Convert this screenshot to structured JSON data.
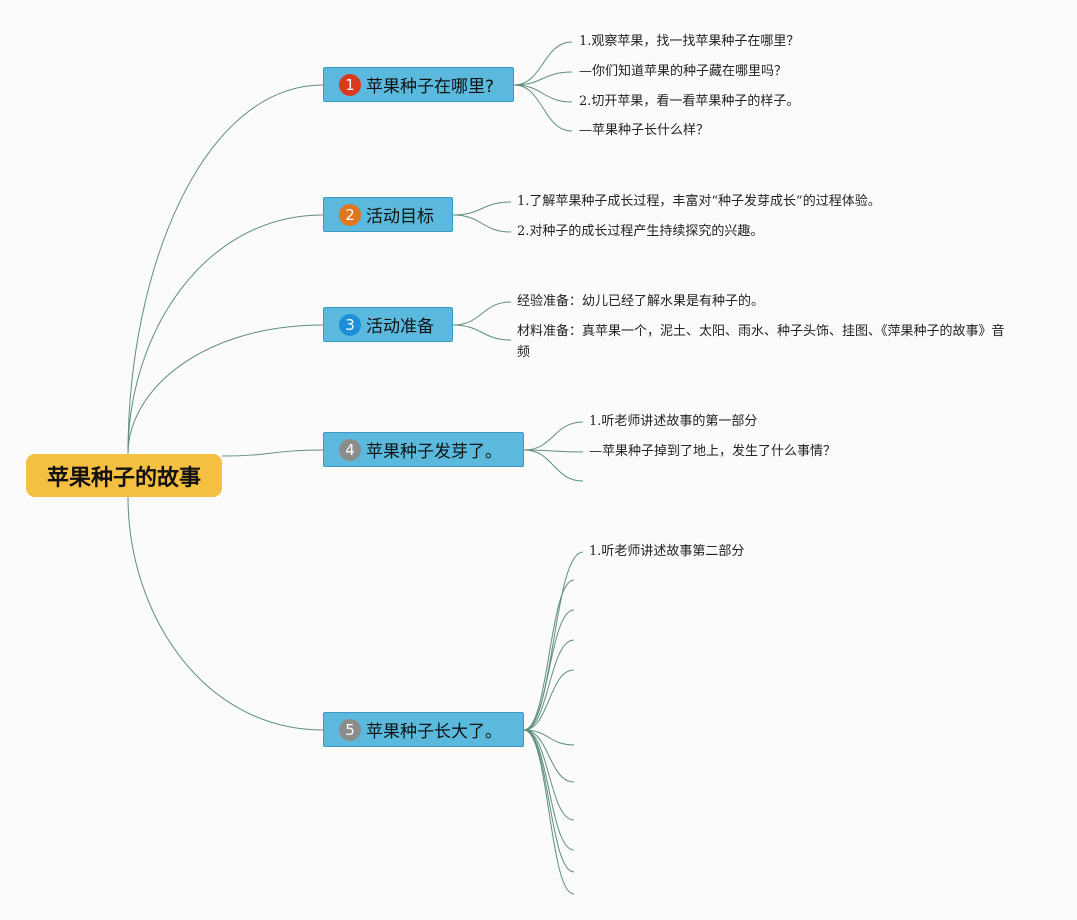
{
  "root": {
    "label": "苹果种子的故事",
    "color": "#f5c041"
  },
  "topics": [
    {
      "label": "苹果种子在哪里?",
      "number": "1",
      "badge_color": "#d93a1e",
      "children": [
        "1.观察苹果，找一找苹果种子在哪里？",
        "—你们知道苹果的种子藏在哪里吗？",
        "2.切开苹果，看一看苹果种子的样子。",
        "—苹果种子长什么样？"
      ]
    },
    {
      "label": "活动目标",
      "number": "2",
      "badge_color": "#e0761e",
      "children": [
        "1.了解苹果种子成长过程，丰富对“种子发芽成长”的过程体验。",
        "2.对种子的成长过程产生持续探究的兴趣。"
      ]
    },
    {
      "label": "活动准备",
      "number": "3",
      "badge_color": "#1d8fd8",
      "children": [
        "经验准备：幼儿已经了解水果是有种子的。",
        "材料准备：真苹果一个，泥土、太阳、雨水、种子头饰、挂图、《萍果种子的故事》音频"
      ]
    },
    {
      "label": "苹果种子发芽了。",
      "number": "4",
      "badge_color": "#8c8c8c",
      "children": [
        "1.听老师讲述故事的第一部分",
        "—苹果种子掉到了地上，发生了什么事情？",
        ""
      ]
    },
    {
      "label": "苹果种子长大了。",
      "number": "5",
      "badge_color": "#8c8c8c",
      "children": [
        "1.听老师讲述故事第二部分",
        "",
        "",
        "",
        "",
        "",
        "",
        "",
        "",
        "",
        ""
      ]
    }
  ]
}
